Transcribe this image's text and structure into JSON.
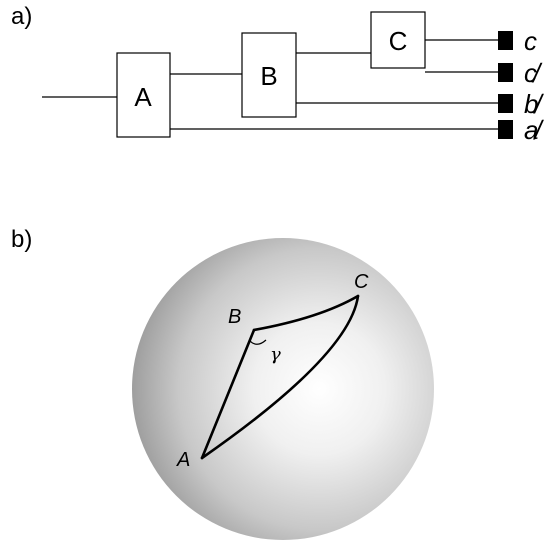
{
  "panel_a": {
    "label": "a)",
    "boxes": [
      "A",
      "B",
      "C"
    ],
    "outputs": [
      "c",
      "c̸",
      "b̸",
      "a̸"
    ]
  },
  "panel_b": {
    "label": "b)",
    "vertices": [
      "A",
      "B",
      "C"
    ],
    "angle_label": "γ"
  },
  "colors": {
    "line": "#000000",
    "sphere_light": "#ffffff",
    "sphere_dark": "#9a9a9a"
  }
}
